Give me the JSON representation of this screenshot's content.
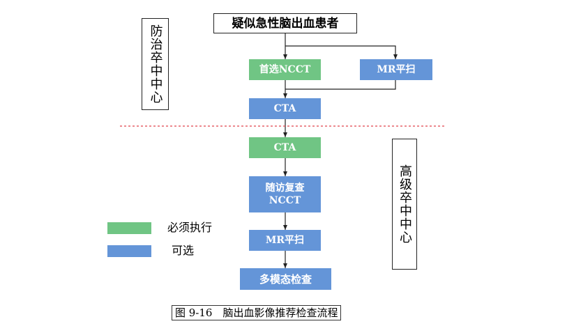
{
  "flowchart": {
    "start": "疑似急性脑出血患者",
    "nodes": {
      "ncct_first": "首选NCCT",
      "mr_plain": "MR平扫",
      "cta_1": "CTA",
      "cta_2": "CTA",
      "followup_ncct_line1": "随访复查",
      "followup_ncct_line2": "NCCT",
      "mr_plain_2": "MR平扫",
      "multimodal": "多模态检查"
    },
    "sections": {
      "stroke_center": "防治卒中中心",
      "advanced_stroke_center": "高级卒中中心"
    },
    "legend": {
      "mandatory": "必须执行",
      "optional": "可选"
    },
    "caption": "图 9-16　脑出血影像推荐检查流程",
    "colors": {
      "mandatory": "#70c584",
      "optional": "#6495d8",
      "divider": "#e0404a"
    }
  }
}
